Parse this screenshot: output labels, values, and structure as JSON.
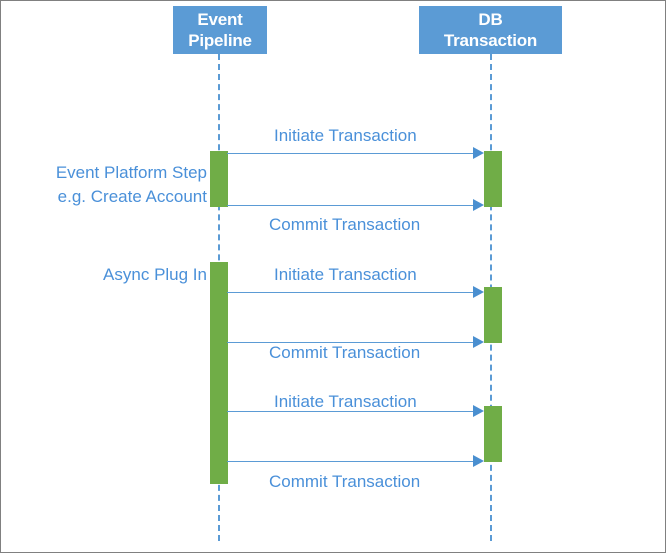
{
  "diagram": {
    "type": "sequence-diagram",
    "colors": {
      "lifeline_header_bg": "#5B9BD5",
      "lifeline_header_text": "#FFFFFF",
      "activation_bar": "#70AD47",
      "message_line": "#5B9BD5",
      "label_text": "#4A90D9",
      "canvas_bg": "#FFFFFF",
      "border": "#808080"
    },
    "lifelines": [
      {
        "id": "event-pipeline",
        "label": "Event\nPipeline",
        "line1": "Event",
        "line2": "Pipeline"
      },
      {
        "id": "db-transaction",
        "label": "DB\nTransaction",
        "line1": "DB",
        "line2": "Transaction"
      }
    ],
    "actor_labels": [
      {
        "id": "event-platform-step",
        "line1": "Event Platform Step",
        "line2": "e.g. Create Account"
      },
      {
        "id": "async-plug-in",
        "line1": "Async Plug In",
        "line2": ""
      }
    ],
    "messages": [
      {
        "id": "m1",
        "label": "Initiate Transaction",
        "from": "event-pipeline",
        "to": "db-transaction",
        "direction": "right"
      },
      {
        "id": "m2",
        "label": "Commit Transaction",
        "from": "event-pipeline",
        "to": "db-transaction",
        "direction": "right"
      },
      {
        "id": "m3",
        "label": "Initiate Transaction",
        "from": "event-pipeline",
        "to": "db-transaction",
        "direction": "right"
      },
      {
        "id": "m4",
        "label": "Commit Transaction",
        "from": "event-pipeline",
        "to": "db-transaction",
        "direction": "right"
      },
      {
        "id": "m5",
        "label": "Initiate Transaction",
        "from": "event-pipeline",
        "to": "db-transaction",
        "direction": "right"
      },
      {
        "id": "m6",
        "label": "Commit Transaction",
        "from": "event-pipeline",
        "to": "db-transaction",
        "direction": "right"
      }
    ]
  }
}
